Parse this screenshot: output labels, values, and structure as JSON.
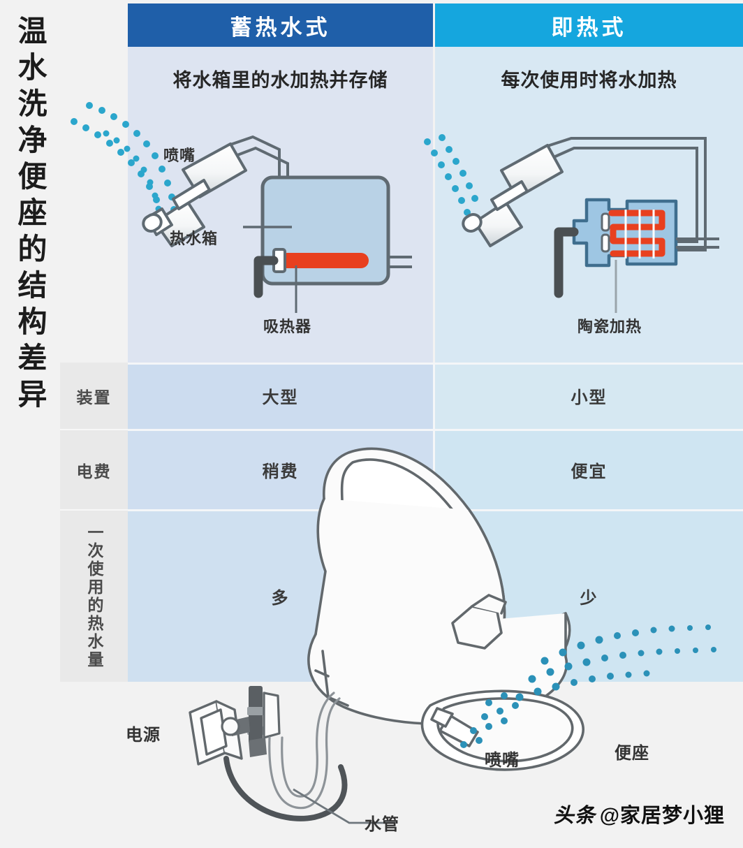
{
  "title_vertical": "温水洗净便座的结构差异",
  "columns": [
    {
      "header": "蓄热水式",
      "header_color": "#1f5fa9",
      "subtitle": "将水箱里的水加热并存储",
      "panel_color": "#dde4f1",
      "diagram_labels": [
        "喷嘴",
        "热水箱",
        "吸热器"
      ]
    },
    {
      "header": "即热式",
      "header_color": "#15a6de",
      "subtitle": "每次使用时将水加热",
      "panel_color": "#d8e8f3",
      "diagram_labels": [
        "陶瓷加热"
      ]
    }
  ],
  "comparison_rows": [
    {
      "label": "装置",
      "vertical": false,
      "left": "大型",
      "right": "小型"
    },
    {
      "label": "电费",
      "vertical": false,
      "left": "稍费",
      "right": "便宜"
    },
    {
      "label": "一次使用的热水量",
      "vertical": true,
      "left": "多",
      "right": "少"
    }
  ],
  "bottom_illustration": {
    "labels": {
      "power": "电源",
      "water_pipe": "水管",
      "nozzle": "喷嘴",
      "seat": "便座"
    }
  },
  "watermark": {
    "platform": "头条",
    "handle": "@家居梦小狸"
  },
  "palette": {
    "page_bg": "#f2f2f2",
    "header_dark_blue": "#1f5fa9",
    "header_light_blue": "#15a6de",
    "panel_left": "#dde4f1",
    "panel_right": "#d8e8f3",
    "row_label_bg": "#e9e9e9",
    "spray_cyan": "#29a8cc",
    "heater_red": "#e8401f",
    "line_gray": "#5f6a72",
    "tank_fill": "#b9d2e6"
  }
}
